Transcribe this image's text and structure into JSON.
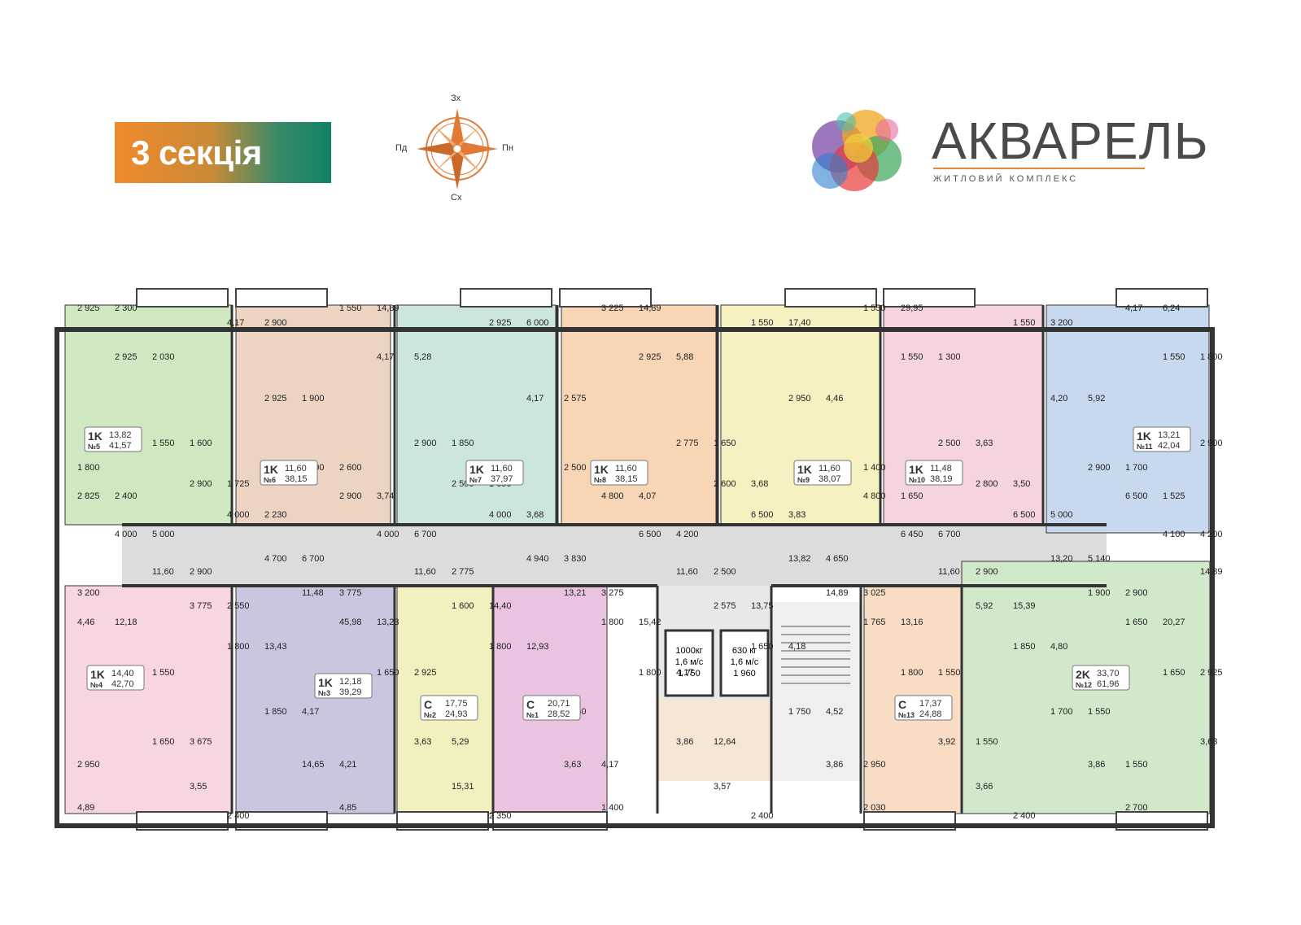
{
  "section_badge": "3 секція",
  "compass": {
    "north": "Зх",
    "south": "Сх",
    "west": "Пд",
    "east": "Пн"
  },
  "brand": {
    "title": "АКВАРЕЛЬ",
    "subtitle": "ЖИТЛОВИЙ КОМПЛЕКС"
  },
  "colors": {
    "orange": "#f08a2c",
    "green": "#128266",
    "compass": "#e07a35"
  },
  "units": [
    {
      "id": "5",
      "type": "1K",
      "num": "№5",
      "living": "13,82",
      "total": "41,57",
      "color": "#cfe8c2"
    },
    {
      "id": "6",
      "type": "1K",
      "num": "№6",
      "living": "11,60",
      "total": "38,15",
      "color": "#ecd3c2"
    },
    {
      "id": "7",
      "type": "1K",
      "num": "№7",
      "living": "11,60",
      "total": "37,97",
      "color": "#cde6dc"
    },
    {
      "id": "8",
      "type": "1K",
      "num": "№8",
      "living": "11,60",
      "total": "38,15",
      "color": "#f8d5b4"
    },
    {
      "id": "9",
      "type": "1K",
      "num": "№9",
      "living": "11,60",
      "total": "38,07",
      "color": "#f7f0c0"
    },
    {
      "id": "10",
      "type": "1K",
      "num": "№10",
      "living": "11,48",
      "total": "38,19",
      "color": "#f6d3e0"
    },
    {
      "id": "11",
      "type": "1K",
      "num": "№11",
      "living": "13,21",
      "total": "42,04",
      "color": "#c8d8ee"
    },
    {
      "id": "4",
      "type": "1K",
      "num": "№4",
      "living": "14,40",
      "total": "42,70",
      "color": "#f7d5e3"
    },
    {
      "id": "3",
      "type": "1K",
      "num": "№3",
      "living": "12,18",
      "total": "39,29",
      "color": "#c9c7e0"
    },
    {
      "id": "2",
      "type": "С",
      "num": "№2",
      "living": "17,75",
      "total": "24,93",
      "color": "#f2f0bf"
    },
    {
      "id": "1",
      "type": "С",
      "num": "№1",
      "living": "20,71",
      "total": "28,52",
      "color": "#e9c3e0"
    },
    {
      "id": "13",
      "type": "С",
      "num": "№13",
      "living": "17,37",
      "total": "24,88",
      "color": "#f8dcc4"
    },
    {
      "id": "12",
      "type": "2K",
      "num": "№12",
      "living": "33,70",
      "total": "61,96",
      "color": "#d2e8cb"
    }
  ],
  "lifts": [
    {
      "cap": "1000кг",
      "speed": "1,6 м/с",
      "dim": "1 750"
    },
    {
      "cap": "630 кг",
      "speed": "1,6 м/с",
      "dim": "1 960"
    }
  ],
  "dims": [
    "2 925",
    "1 550",
    "3 225",
    "1 550",
    "4,17",
    "4,17",
    "2 925",
    "1 550",
    "1 550",
    "2 925",
    "4,17",
    "2 925",
    "1 550",
    "1 550",
    "2 925",
    "4,17",
    "2 950",
    "4,20",
    "1 550",
    "2 900",
    "2 775",
    "2 500",
    "2 900",
    "2 900",
    "2 500",
    "2 500",
    "2 900",
    "2 900",
    "2 500",
    "2 600",
    "2 800",
    "2 825",
    "2 900",
    "4 800",
    "4 800",
    "6 500",
    "4 000",
    "4 000",
    "6 500",
    "6 500",
    "4 000",
    "4 000",
    "6 500",
    "6 450",
    "4 100",
    "4 700",
    "4 940",
    "13,82",
    "13,20",
    "11,60",
    "11,60",
    "11,60",
    "11,60",
    "14,89",
    "11,48",
    "13,21",
    "14,89",
    "1 900",
    "3 775",
    "1 600",
    "2 575",
    "5,92",
    "4,46",
    "45,98",
    "1 800",
    "1 765",
    "1 650",
    "1 800",
    "1 800",
    "1 650",
    "1 850",
    "1 850",
    "1 650",
    "1 800",
    "1 800",
    "1 650",
    "1 850",
    "1 850",
    "1 750",
    "1 700",
    "1 650",
    "3,63",
    "3,86",
    "3,92",
    "3,63",
    "14,65",
    "3,63",
    "3,86",
    "3,86",
    "3,55",
    "15,31",
    "3,57",
    "3,66",
    "4,89",
    "4,85",
    "1 400",
    "2 030",
    "2 700",
    "2 400",
    "2 350",
    "2 400",
    "2 400",
    "2 300",
    "14,89",
    "14,89",
    "29,95",
    "6,24",
    "2 900",
    "6 000",
    "17,40",
    "3 200",
    "2 030",
    "5,28",
    "5,88",
    "1 300",
    "1 800",
    "1 900",
    "2 575",
    "4,46",
    "5,92",
    "1 600",
    "1 850",
    "1 650",
    "3,63",
    "1 800",
    "2 600",
    "3,92",
    "1 400",
    "1 700",
    "1 725",
    "1 650",
    "3,68",
    "3,50",
    "2 400",
    "3,74",
    "4,07",
    "1 650",
    "1 525",
    "2 230",
    "3,68",
    "3,83",
    "5 000",
    "5 000",
    "6 700",
    "4 200",
    "6 700",
    "4 200",
    "6 700",
    "3 830",
    "4 650",
    "5 140",
    "2 900",
    "2 775",
    "2 500",
    "2 900",
    "3 200",
    "3 775",
    "3 275",
    "3 025",
    "2 900",
    "2 550",
    "14,40",
    "13,75",
    "15,39",
    "12,18",
    "13,23",
    "15,42",
    "13,16",
    "20,27",
    "13,43",
    "12,93",
    "4,18",
    "4,80",
    "1 550",
    "2 925",
    "4,17",
    "1 550",
    "2 925",
    "4,17",
    "1 550",
    "4,52",
    "1 550",
    "3 675",
    "5,29",
    "12,64",
    "1 550",
    "2 950",
    "4,21",
    "4,17",
    "2 950",
    "1 550"
  ]
}
